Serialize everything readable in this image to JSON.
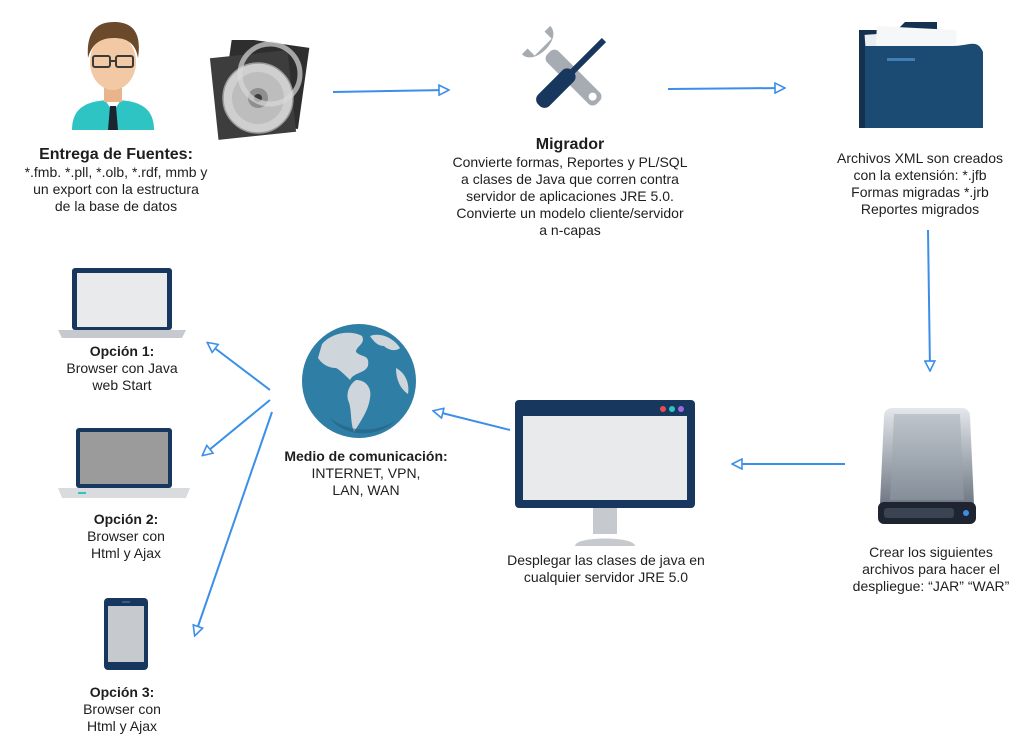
{
  "colors": {
    "arrow": "#3b8fe8",
    "navy": "#17375e",
    "globe_ocean": "#2f7ea5",
    "land": "#cfd6db",
    "skin": "#f2c9a4",
    "shirt": "#2ec4c4"
  },
  "nodes": {
    "entrega": {
      "title": "Entrega de Fuentes:",
      "lines": [
        "*.fmb. *.pll, *.olb, *.rdf, mmb y",
        "un export con la estructura",
        "de la base de datos"
      ],
      "icons": [
        "person-icon",
        "cd-disc-icon"
      ]
    },
    "migrador": {
      "title": "Migrador",
      "lines": [
        "Convierte formas, Reportes y PL/SQL",
        "a clases de Java que corren contra",
        "servidor de aplicaciones JRE 5.0.",
        "Convierte un modelo cliente/servidor",
        "a n-capas"
      ],
      "icons": [
        "wrench-screwdriver-icon"
      ]
    },
    "archivos": {
      "lines": [
        "Archivos XML son creados",
        "con la extensión: *.jfb",
        "Formas migradas *.jrb",
        "Reportes migrados"
      ],
      "icons": [
        "folder-icon"
      ]
    },
    "crear": {
      "lines": [
        "Crear los siguientes",
        "archivos para hacer el",
        "despliegue: “JAR” “WAR”"
      ],
      "icons": [
        "hard-drive-icon"
      ]
    },
    "desplegar": {
      "lines": [
        "Desplegar las clases de java en",
        "cualquier servidor JRE 5.0"
      ],
      "icons": [
        "monitor-icon"
      ]
    },
    "medio": {
      "title": "Medio de comunicación:",
      "lines": [
        "INTERNET, VPN,",
        "LAN, WAN"
      ],
      "icons": [
        "globe-icon"
      ]
    },
    "opcion1": {
      "title": "Opción 1:",
      "lines": [
        "Browser con Java",
        "web Start"
      ],
      "icons": [
        "laptop-icon"
      ]
    },
    "opcion2": {
      "title": "Opción 2:",
      "lines": [
        "Browser con",
        "Html y Ajax"
      ],
      "icons": [
        "laptop-icon"
      ]
    },
    "opcion3": {
      "title": "Opción 3:",
      "lines": [
        "Browser con",
        "Html y Ajax"
      ],
      "icons": [
        "mobile-phone-icon"
      ]
    }
  },
  "edges": [
    {
      "from": "entrega",
      "to": "migrador"
    },
    {
      "from": "migrador",
      "to": "archivos"
    },
    {
      "from": "archivos",
      "to": "crear"
    },
    {
      "from": "crear",
      "to": "desplegar"
    },
    {
      "from": "desplegar",
      "to": "medio"
    },
    {
      "from": "medio",
      "to": "opcion1"
    },
    {
      "from": "medio",
      "to": "opcion2"
    },
    {
      "from": "medio",
      "to": "opcion3"
    }
  ]
}
